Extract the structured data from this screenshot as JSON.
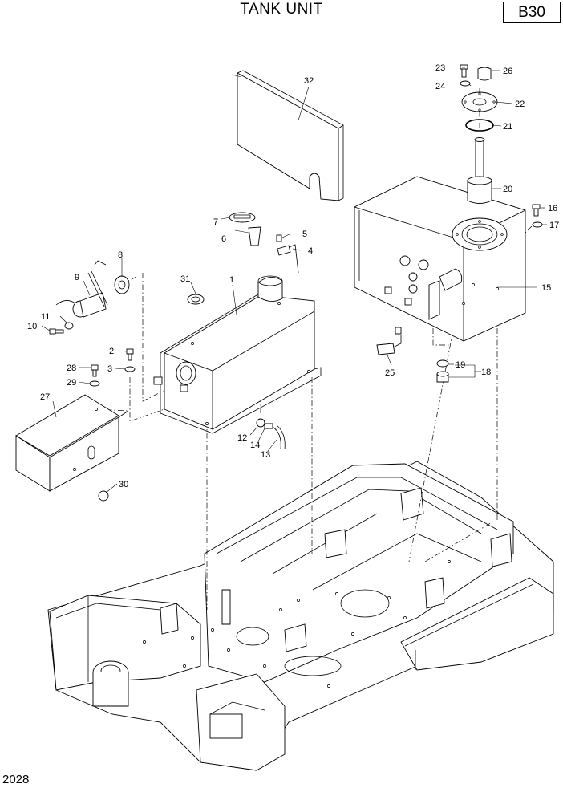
{
  "header": {
    "title": "TANK UNIT",
    "code": "B30"
  },
  "footer": {
    "page_number": "2028"
  },
  "callouts": [
    "1",
    "2",
    "3",
    "4",
    "5",
    "6",
    "7",
    "8",
    "9",
    "10",
    "11",
    "12",
    "13",
    "14",
    "15",
    "16",
    "17",
    "18",
    "19",
    "20",
    "21",
    "22",
    "23",
    "24",
    "25",
    "26",
    "27",
    "28",
    "29",
    "30",
    "31",
    "32"
  ]
}
